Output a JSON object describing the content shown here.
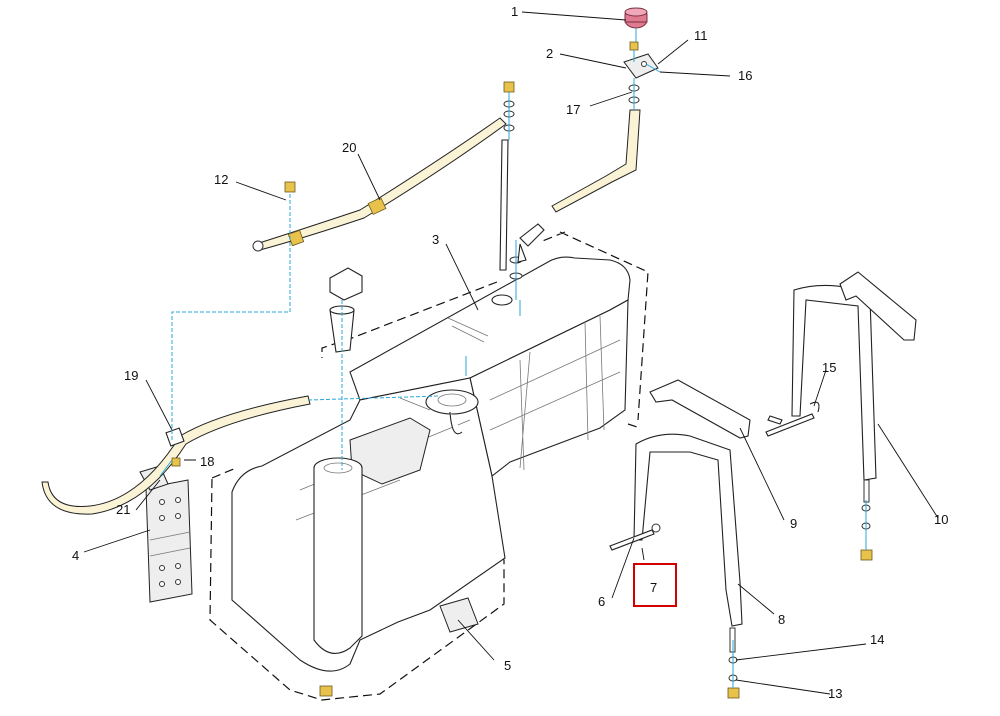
{
  "diagram": {
    "labels": [
      {
        "id": "callout-1",
        "text": "1"
      },
      {
        "id": "callout-2",
        "text": "2"
      },
      {
        "id": "callout-3",
        "text": "3"
      },
      {
        "id": "callout-4",
        "text": "4"
      },
      {
        "id": "callout-5",
        "text": "5"
      },
      {
        "id": "callout-6",
        "text": "6"
      },
      {
        "id": "callout-7",
        "text": "7"
      },
      {
        "id": "callout-8",
        "text": "8"
      },
      {
        "id": "callout-9",
        "text": "9"
      },
      {
        "id": "callout-10",
        "text": "10"
      },
      {
        "id": "callout-11",
        "text": "11"
      },
      {
        "id": "callout-12",
        "text": "12"
      },
      {
        "id": "callout-13",
        "text": "13"
      },
      {
        "id": "callout-14",
        "text": "14"
      },
      {
        "id": "callout-15",
        "text": "15"
      },
      {
        "id": "callout-16",
        "text": "16"
      },
      {
        "id": "callout-17",
        "text": "17"
      },
      {
        "id": "callout-18",
        "text": "18"
      },
      {
        "id": "callout-19",
        "text": "19"
      },
      {
        "id": "callout-20",
        "text": "20"
      },
      {
        "id": "callout-21",
        "text": "21"
      }
    ],
    "highlighted_callout": "7",
    "colors": {
      "highlight": "#d40000",
      "leader": "#111111",
      "assembly_line": "#2aa7d9",
      "hose_fill": "#fbf3d6",
      "hardware": "#e8c24a",
      "cap": "#e07a90"
    }
  }
}
